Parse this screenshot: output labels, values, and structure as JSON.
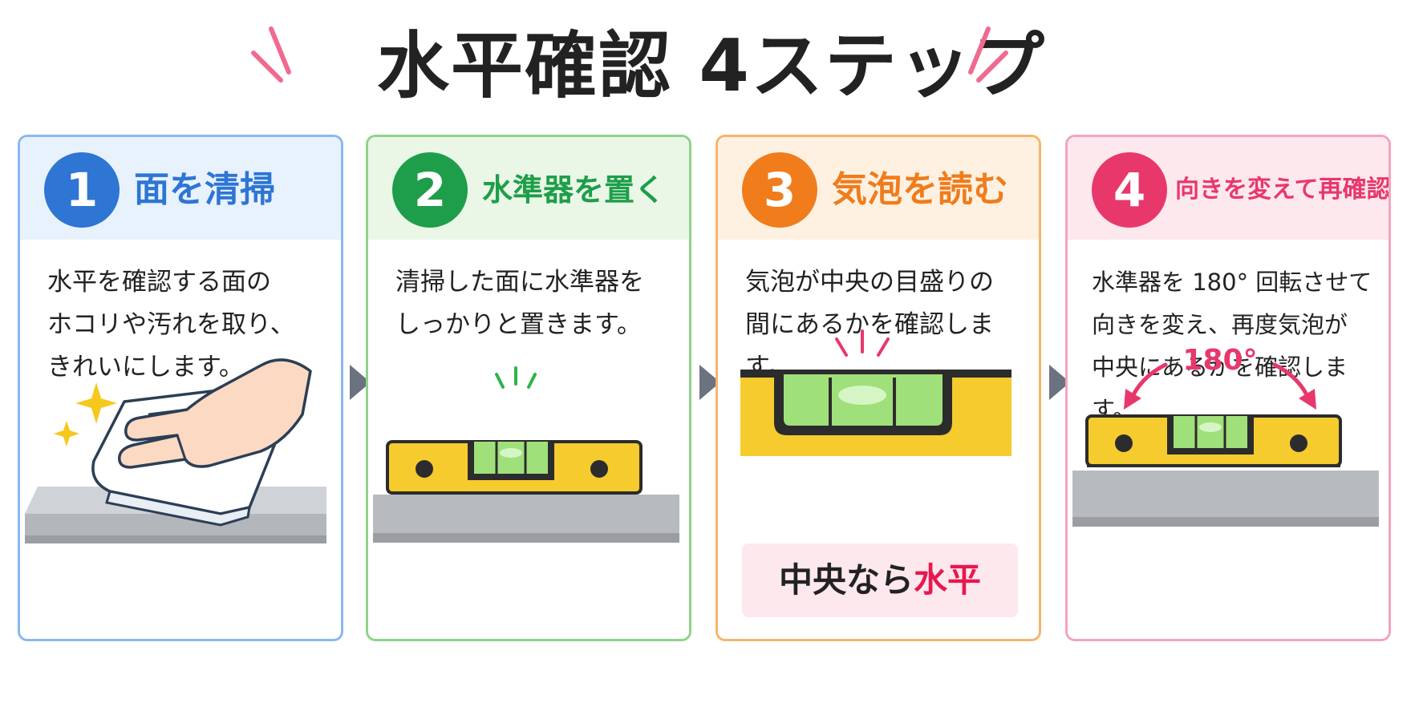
{
  "title": "水平確認 4ステップ",
  "colors": {
    "accent_pink": "#e8184f",
    "blue": "#2e75d4",
    "green": "#1e9e4a",
    "orange": "#f07c1c",
    "pink": "#e8386b"
  },
  "steps": [
    {
      "number": "1",
      "title": "面を清掃",
      "description": "水平を確認する面の\nホコリや汚れを取り、\nきれいにします。",
      "illustration": "hand-cloth-wiping"
    },
    {
      "number": "2",
      "title": "水準器を置く",
      "description": "清掃した面に水準器を\nしっかりと置きます。",
      "illustration": "level-on-surface"
    },
    {
      "number": "3",
      "title": "気泡を読む",
      "description": "気泡が中央の目盛りの\n間にあるかを確認します。",
      "illustration": "bubble-vial-closeup",
      "badge": {
        "prefix": "中央なら",
        "highlight": "水平"
      }
    },
    {
      "number": "4",
      "title": "向きを変えて再確認",
      "description": "水準器を 180° 回転させて\n向きを変え、再度気泡が\n中央にあるかを確認します。",
      "illustration": "level-rotate",
      "rotation_label": "180°"
    }
  ],
  "arrow_icon": "triangle-right-icon"
}
